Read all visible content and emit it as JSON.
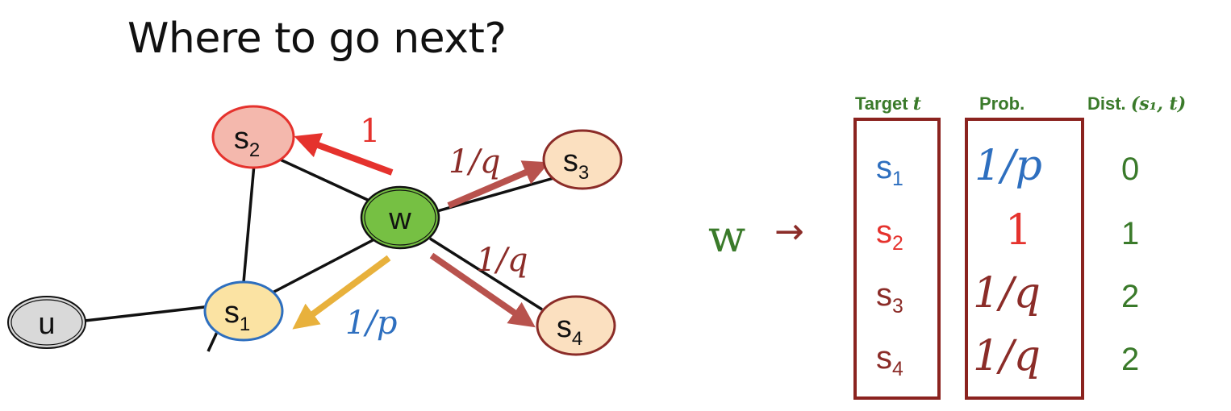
{
  "title": "Where to go next?",
  "colors": {
    "red": "#e5322d",
    "maroon": "#8b2c28",
    "blue": "#2e6fbf",
    "green": "#3a7a2a",
    "orange": "#e8b13c",
    "node_u": "#d9d9d9",
    "node_s1": "#fbe3a3",
    "node_s2": "#f4b8ad",
    "node_s34": "#fbe0c0",
    "node_w": "#76c043"
  },
  "graph": {
    "nodes": {
      "u": "u",
      "s1": "s",
      "s1_sub": "1",
      "s2": "s",
      "s2_sub": "2",
      "s3": "s",
      "s3_sub": "3",
      "s4": "s",
      "s4_sub": "4",
      "w": "w"
    },
    "edge_labels": {
      "to_s2": "1",
      "to_s3": "1/q",
      "to_s4": "1/q",
      "to_s1": "1/p"
    }
  },
  "table": {
    "lhs": "w",
    "arrow": "→",
    "headers": {
      "target_word": "Target",
      "target_var": "t",
      "prob": "Prob.",
      "dist_word": "Dist.",
      "dist_args": "(s₁, t)"
    },
    "rows": [
      {
        "target": "s",
        "sub": "1",
        "prob": "1/p",
        "dist": "0",
        "color": "blue"
      },
      {
        "target": "s",
        "sub": "2",
        "prob": "1",
        "dist": "1",
        "color": "red"
      },
      {
        "target": "s",
        "sub": "3",
        "prob": "1/q",
        "dist": "2",
        "color": "maroon"
      },
      {
        "target": "s",
        "sub": "4",
        "prob": "1/q",
        "dist": "2",
        "color": "maroon"
      }
    ]
  }
}
